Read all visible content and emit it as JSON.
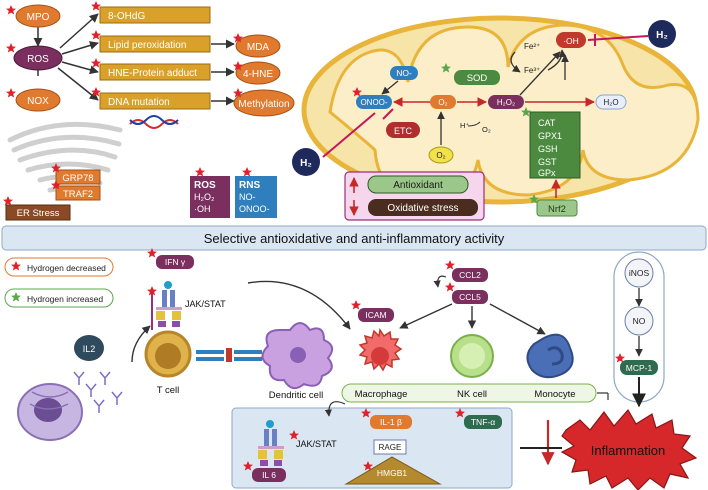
{
  "top_left": {
    "mpo": "MPO",
    "ros": "ROS",
    "nox": "NOX",
    "boxes": [
      "8-OHdG",
      "Lipid peroxidation",
      "HNE-Protein adduct",
      "DNA mutation"
    ],
    "mda": "MDA",
    "hne": "4-HNE",
    "methylation": "Methylation"
  },
  "er": {
    "grp78": "GRP78",
    "traf2": "TRAF2",
    "stress": "ER Stress"
  },
  "ros_rns": {
    "ros_title": "ROS",
    "ros_lines": [
      "H₂O₂",
      "·OH"
    ],
    "rns_title": "RNS",
    "rns_lines": [
      "NO-",
      "ONOO-"
    ]
  },
  "mito": {
    "fe_top": "Fe²⁺",
    "fe_mid": "Fe³⁺",
    "oh": "·OH",
    "h2": "H₂",
    "no": "NO-",
    "sod": "SOD",
    "onoo": "ONOO-",
    "o2_radical": "O₂",
    "h2o2": "H₂O₂",
    "h2o": "H₂O",
    "etc": "ETC",
    "h_plus": "H⁺",
    "o2": "O₂",
    "o2_bottom": "O₂",
    "enzymes": [
      "CAT",
      "GPX1",
      "GSH",
      "GST",
      "GPx"
    ],
    "nrf2": "Nrf2"
  },
  "antiox_panel": {
    "antioxidant": "Antioxidant",
    "oxidative_stress": "Oxidative stress"
  },
  "banner": "Selective antioxidative and anti-inflammatory activity",
  "legend": {
    "decreased": "Hydrogen decreased",
    "increased": "Hydrogen increased"
  },
  "bottom": {
    "ifn": "IFN γ",
    "jak_stat": "JAK/STAT",
    "il2": "IL2",
    "t_cell": "T cell",
    "dendritic": "Dendritic cell",
    "icam": "ICAM",
    "ccl2": "CCL2",
    "ccl5": "CCL5",
    "inos": "iNOS",
    "no": "NO",
    "mcp1": "MCP-1",
    "macrophage": "Macrophage",
    "nk": "NK cell",
    "monocyte": "Monocyte",
    "jak_stat2": "JAK/STAT",
    "il1b": "IL-1 β",
    "tnf": "TNF-α",
    "rage": "RAGE",
    "hmgb1": "HMGB1",
    "il6": "IL 6",
    "inflammation": "Inflammation"
  },
  "colors": {
    "ros_purple": "#7a2f5e",
    "orange": "#e07a2f",
    "gold_box": "#d9a02a",
    "mito_fill": "#f7e4a8",
    "mito_stroke": "#e9b43a",
    "green_box": "#4c8b3f",
    "banner_fill": "#dbe6f3",
    "inflammation_red": "#d6282a",
    "star_red": "#e0202a",
    "star_green": "#5aa84a"
  }
}
